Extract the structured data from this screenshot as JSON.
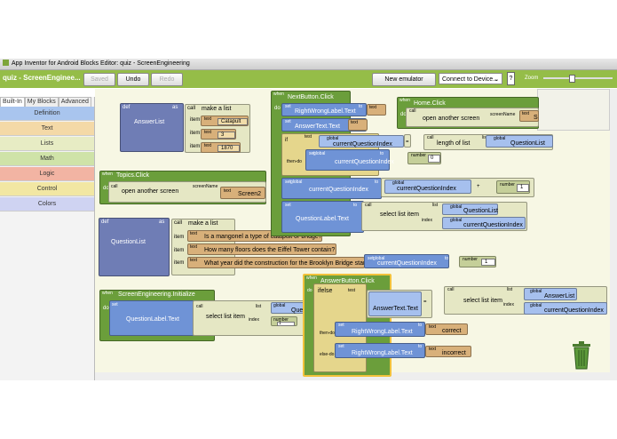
{
  "window": {
    "title": "App Inventor for Android Blocks Editor: quiz - ScreenEngineering"
  },
  "toolbar": {
    "project_title": "quiz - ScreenEnginee...",
    "saved_label": "Saved",
    "undo_label": "Undo",
    "redo_label": "Redo",
    "new_emulator_label": "New emulator",
    "connect_label": "Connect to Device...",
    "help_label": "?",
    "zoom_label": "Zoom"
  },
  "sidebar": {
    "tabs": [
      "Built-In",
      "My Blocks",
      "Advanced"
    ],
    "active_tab": "Built-In",
    "drawers": [
      {
        "label": "Definition",
        "color": "#a9c5ee"
      },
      {
        "label": "Text",
        "color": "#f4d9a7"
      },
      {
        "label": "Lists",
        "color": "#e7ecc4"
      },
      {
        "label": "Math",
        "color": "#cfe3a8"
      },
      {
        "label": "Logic",
        "color": "#f2b4a3"
      },
      {
        "label": "Control",
        "color": "#f2e7a3"
      },
      {
        "label": "Colors",
        "color": "#cfd3f2"
      }
    ]
  },
  "blocks": {
    "def": "def",
    "as": "as",
    "call": "call",
    "make_a_list": "make a list",
    "item": "item",
    "text": "text",
    "global": "global",
    "set": "set",
    "to": "to",
    "when": "when",
    "do": "do",
    "if": "if",
    "test": "test",
    "then_do": "then-do",
    "else_do": "else-do",
    "ifelse": "ifelse",
    "number": "number",
    "select_list_item": "select list item",
    "list": "list",
    "index": "index",
    "open_another_screen": "open another screen",
    "screenname": "screenName",
    "length_of_list": "length of list",
    "eq": "=",
    "plus": "+",
    "answerlist_def": "AnswerList",
    "catapult": "Catapult",
    "three": "3",
    "year": "1870",
    "topics_click": "Topics.Click",
    "screen2": "Screen2",
    "questionlist_def": "QuestionList",
    "q1": "Is a mangonel a type of catapult or bridge?",
    "q2": "How many floors does the Eiffel Tower contain?",
    "q3": "What year did the construction for the Brooklyn Bridge start?",
    "screen_init": "ScreenEngineering.Initialize",
    "questionlabel_text": "QuestionLabel.Text",
    "que_trunc": "Que",
    "one": "1",
    "zero": "0",
    "nextbutton_click": "NextButton.Click",
    "rightwronglabel_text": "RightWrongLabel.Text",
    "answertext_text": "AnswerText.Text",
    "currentquestionindex": "currentQuestionIndex",
    "questionlist_ref": "QuestionList",
    "home_click": "Home.Click",
    "home_screen_trunc": "S",
    "answerbutton_click": "AnswerButton.Click",
    "answerlist_ref": "AnswerList",
    "correct": "correct",
    "incorrect": "incorrect"
  }
}
